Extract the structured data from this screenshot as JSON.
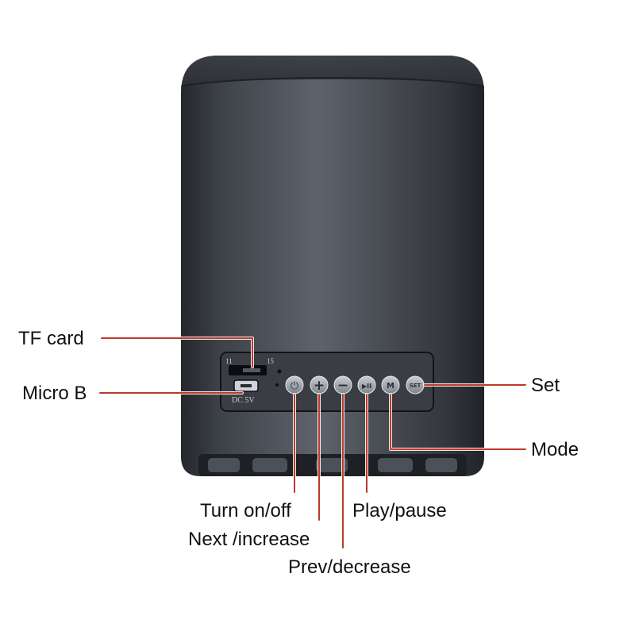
{
  "panel": {
    "port_marks": [
      "11",
      "15"
    ],
    "port_text": "DC 5V",
    "buttons": [
      {
        "key": "power",
        "glyph": "⏻"
      },
      {
        "key": "next",
        "glyph": "+"
      },
      {
        "key": "prev",
        "glyph": "−"
      },
      {
        "key": "play",
        "glyph": "▶II"
      },
      {
        "key": "mode",
        "glyph": "M"
      },
      {
        "key": "set",
        "glyph": "SET"
      }
    ]
  },
  "callouts": {
    "tf_card": "TF card",
    "micro_b": "Micro B",
    "set": "Set",
    "mode": "Mode",
    "turn_on_off": "Turn on/off",
    "next_increase": "Next /increase",
    "prev_decrease": "Prev/decrease",
    "play_pause": "Play/pause"
  },
  "colors": {
    "leader_line": "#c0392b",
    "body_dark": "#2e3238",
    "body_mid": "#5b6068",
    "button": "#9aa0a8"
  }
}
